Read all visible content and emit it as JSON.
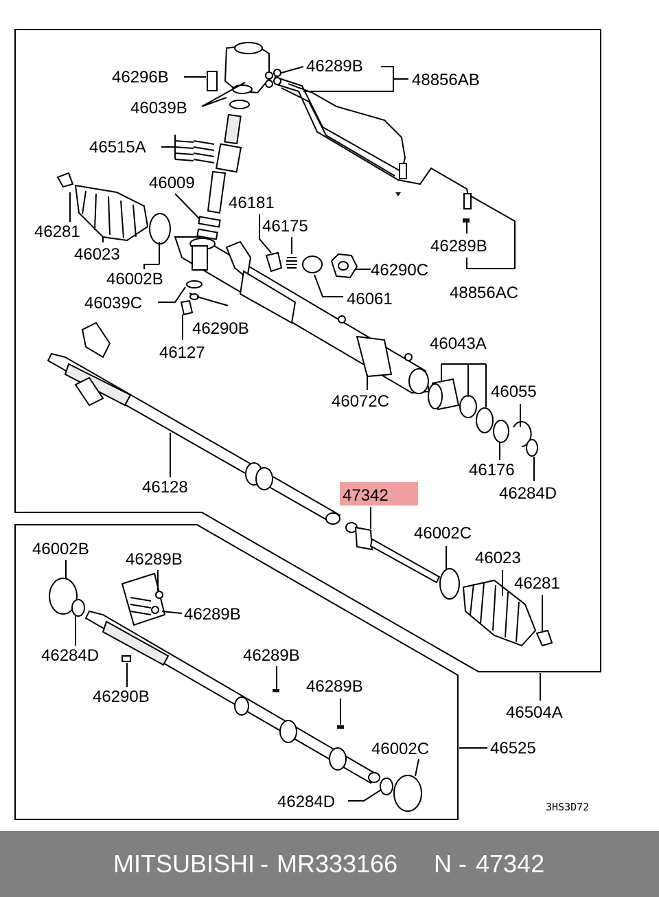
{
  "diagram": {
    "highlighted_part": "47342",
    "highlight_color": "#f0a0a0",
    "drawing_code": "3HS3D72",
    "labels": {
      "p46296B": "46296B",
      "p46039B": "46039B",
      "p46515A": "46515A",
      "p46009": "46009",
      "p46281a": "46281",
      "p46023a": "46023",
      "p46002B": "46002B",
      "p46039C": "46039C",
      "p46127": "46127",
      "p46290B": "46290B",
      "p46181": "46181",
      "p46175": "46175",
      "p46061": "46061",
      "p46290C": "46290C",
      "p46289Ba": "46289B",
      "p48856AB": "48856AB",
      "p46289Bb": "46289B",
      "p48856AC": "48856AC",
      "p46043A": "46043A",
      "p46055": "46055",
      "p46072C": "46072C",
      "p46176": "46176",
      "p46284Da": "46284D",
      "p46128": "46128",
      "p47342": "47342",
      "p46002Ca": "46002C",
      "p46023b": "46023",
      "p46281b": "46281",
      "p46504A": "46504A",
      "p46002Bb": "46002B",
      "p46289Bc": "46289B",
      "p46289Bd": "46289B",
      "p46284Db": "46284D",
      "p46290Bb": "46290B",
      "p46289Be": "46289B",
      "p46289Bf": "46289B",
      "p46002Cb": "46002C",
      "p46525": "46525",
      "p46284Dc": "46284D"
    }
  },
  "footer": {
    "brand": "MITSUBISHI",
    "separator": "-",
    "part_number": "MR333166",
    "n_prefix": "N",
    "n_number": "47342",
    "background": "#808080",
    "text_color": "#ffffff"
  }
}
